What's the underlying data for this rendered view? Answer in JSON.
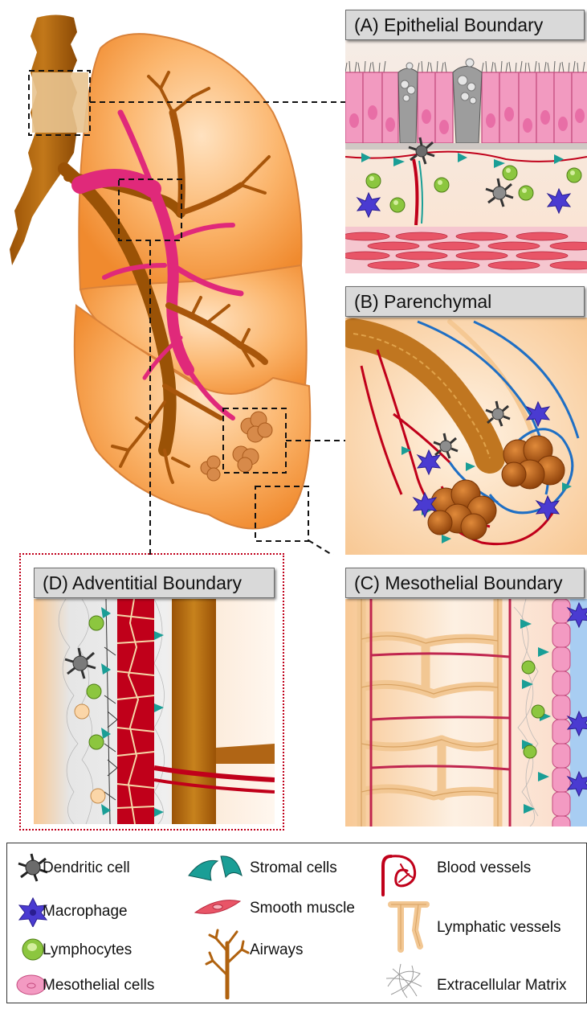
{
  "panels": {
    "a_title": "(A) Epithelial Boundary",
    "b_title": "(B) Parenchymal",
    "c_title": "(C) Mesothelial Boundary",
    "d_title": "(D) Adventitial Boundary"
  },
  "legend": {
    "dendritic": "Dendritic cell",
    "macrophage": "Macrophage",
    "lymphocytes": "Lymphocytes",
    "mesothelial": "Mesothelial cells",
    "stromal": "Stromal cells",
    "smooth_muscle": "Smooth muscle",
    "airways": "Airways",
    "blood": "Blood vessels",
    "lymphatic": "Lymphatic vessels",
    "ecm": "Extracellular Matrix"
  },
  "colors": {
    "lung_fill": "#f8a85a",
    "airway": "#b0620f",
    "blood": "#c0001a",
    "lymphatic": "#f5d6a8",
    "lymphocyte": "#8cc63f",
    "macrophage": "#4a3bd1",
    "mesothelial": "#f39ac2",
    "stromal": "#1a9e96"
  }
}
